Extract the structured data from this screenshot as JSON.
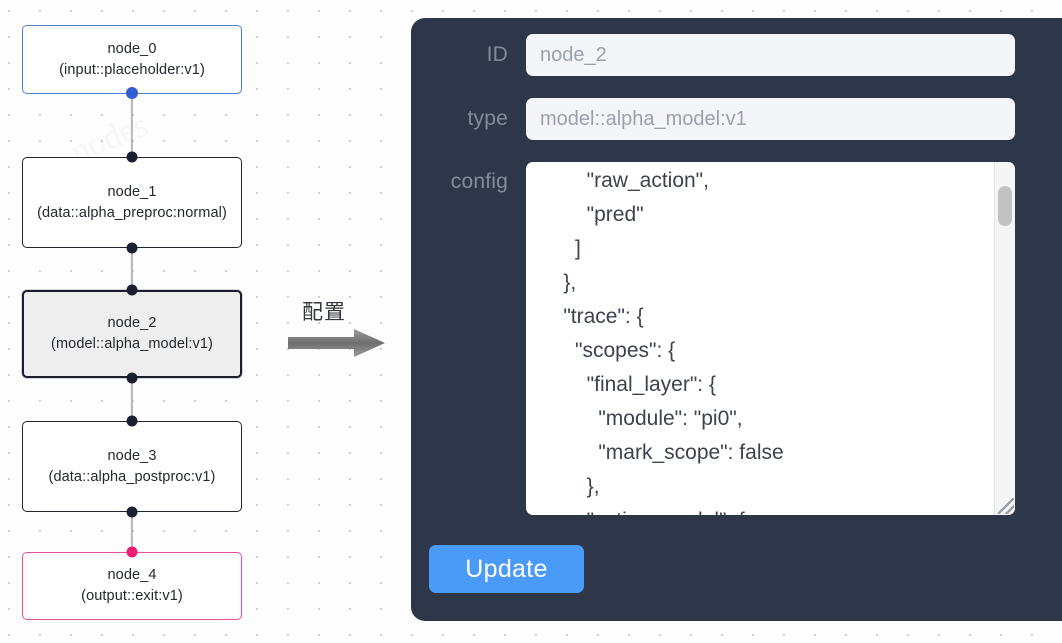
{
  "canvas": {
    "grid": "dotted",
    "background_color": "#fdfdfd",
    "dot_color": "#cfd2d6",
    "nodes": [
      {
        "id": "node_0",
        "title": "node_0",
        "subtitle": "(input::placeholder:v1)",
        "role": "input",
        "border_color": "#4f7ed4",
        "selected": false
      },
      {
        "id": "node_1",
        "title": "node_1",
        "subtitle": "(data::alpha_preproc:normal)",
        "role": "data",
        "border_color": "#1f2430",
        "selected": false
      },
      {
        "id": "node_2",
        "title": "node_2",
        "subtitle": "(model::alpha_model:v1)",
        "role": "model",
        "border_color": "#1a1f2b",
        "selected": true
      },
      {
        "id": "node_3",
        "title": "node_3",
        "subtitle": "(data::alpha_postproc:v1)",
        "role": "data",
        "border_color": "#1f2430",
        "selected": false
      },
      {
        "id": "node_4",
        "title": "node_4",
        "subtitle": "(output::exit:v1)",
        "role": "output",
        "border_color": "#ea4c9a",
        "selected": false
      }
    ]
  },
  "annotation": {
    "caption": "配置",
    "arrow": "right-arrow-icon",
    "arrow_color": "#7c7c7c"
  },
  "panel": {
    "background_color": "#2e374a",
    "fields": [
      {
        "label": "ID",
        "value": "node_2"
      },
      {
        "label": "type",
        "value": "model::alpha_model:v1"
      },
      {
        "label": "config",
        "value": ""
      }
    ],
    "id_label": "ID",
    "id_value": "node_2",
    "type_label": "type",
    "type_value": "model::alpha_model:v1",
    "config_label": "config",
    "config_value": "        \"raw_action\",\n        \"pred\"\n      ]\n    },\n    \"trace\": {\n      \"scopes\": {\n        \"final_layer\": {\n          \"module\": \"pi0\",\n          \"mark_scope\": false\n        },\n        \"action_model\": {",
    "update_label": "Update",
    "update_color": "#4a9bf7",
    "input_background": "#f3f5f9",
    "input_text_color": "#9aa1ad"
  }
}
